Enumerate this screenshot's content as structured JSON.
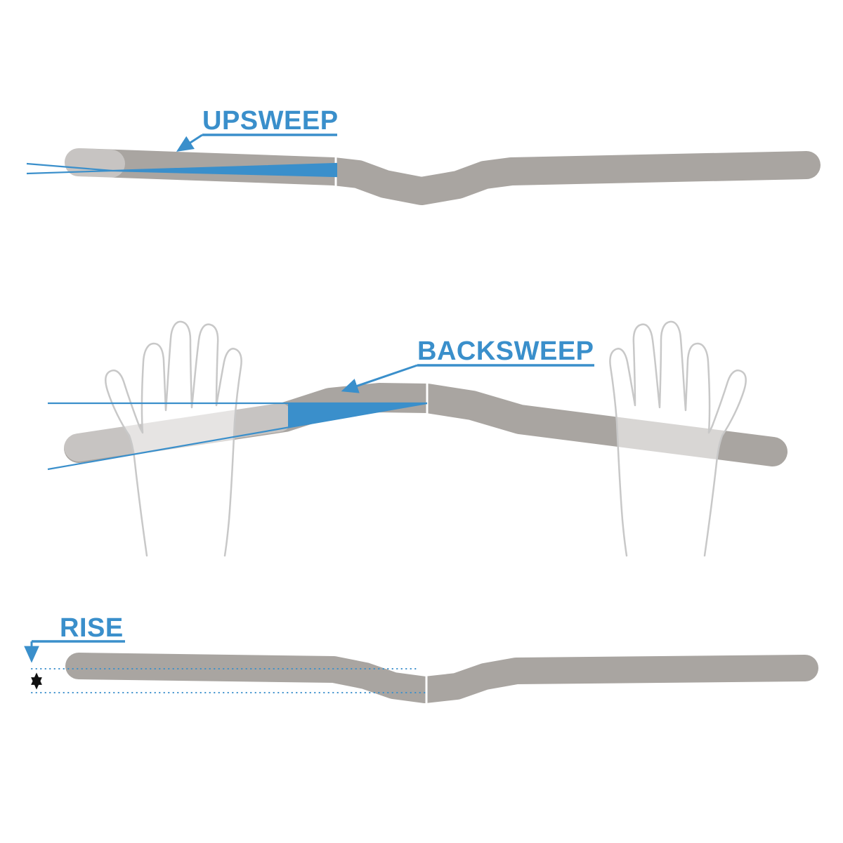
{
  "diagram": {
    "type": "handlebar-geometry",
    "labels": {
      "upsweep": "UPSWEEP",
      "backsweep": "BACKSWEEP",
      "rise": "RISE"
    },
    "colors": {
      "accent_blue": "#3a8fcb",
      "bar_gray": "#a9a5a1",
      "bar_gray_light": "#c6c3c0",
      "hand_outline": "#c8c8c8",
      "measure_black": "#111111",
      "background": "#ffffff"
    }
  }
}
